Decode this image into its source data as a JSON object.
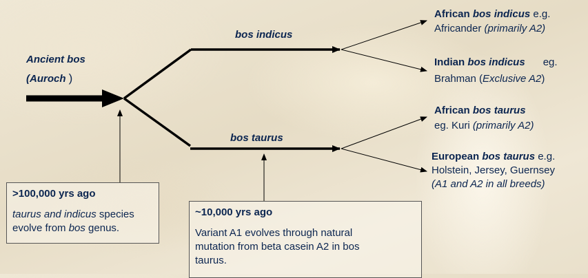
{
  "root": {
    "line1": "Ancient bos",
    "line2a": "(Auroch",
    "line2b": ")"
  },
  "branches": {
    "indicus_label": "bos indicus",
    "taurus_label": "bos taurus"
  },
  "leaves": {
    "african_indicus": {
      "prefix": "African ",
      "species": "bos indicus",
      "suffix": " e.g.",
      "breed": "Africander",
      "note": "(primarily A2)"
    },
    "indian_indicus": {
      "prefix": "Indian ",
      "species": "bos indicus",
      "suffix": "eg.",
      "breed": "Brahman (",
      "note": "Exclusive A2",
      "close": ")"
    },
    "african_taurus": {
      "prefix": "African ",
      "species": "bos taurus",
      "breed": "eg. Kuri ",
      "note": "(primarily A2)"
    },
    "european_taurus": {
      "prefix": "European ",
      "species": "bos taurus",
      "suffix": " e.g.",
      "breed": "Holstein, Jersey, Guernsey",
      "note": "(A1 and A2 in all breeds)"
    }
  },
  "boxes": {
    "ancient": {
      "heading": ">100,000 yrs ago",
      "body_i1": "taurus and indicus",
      "body_t1": " species evolve from ",
      "body_i2": "bos",
      "body_t2": " genus."
    },
    "recent": {
      "heading": "~10,000 yrs ago",
      "body": "Variant A1 evolves through natural mutation from beta casein A2 in bos taurus."
    }
  }
}
